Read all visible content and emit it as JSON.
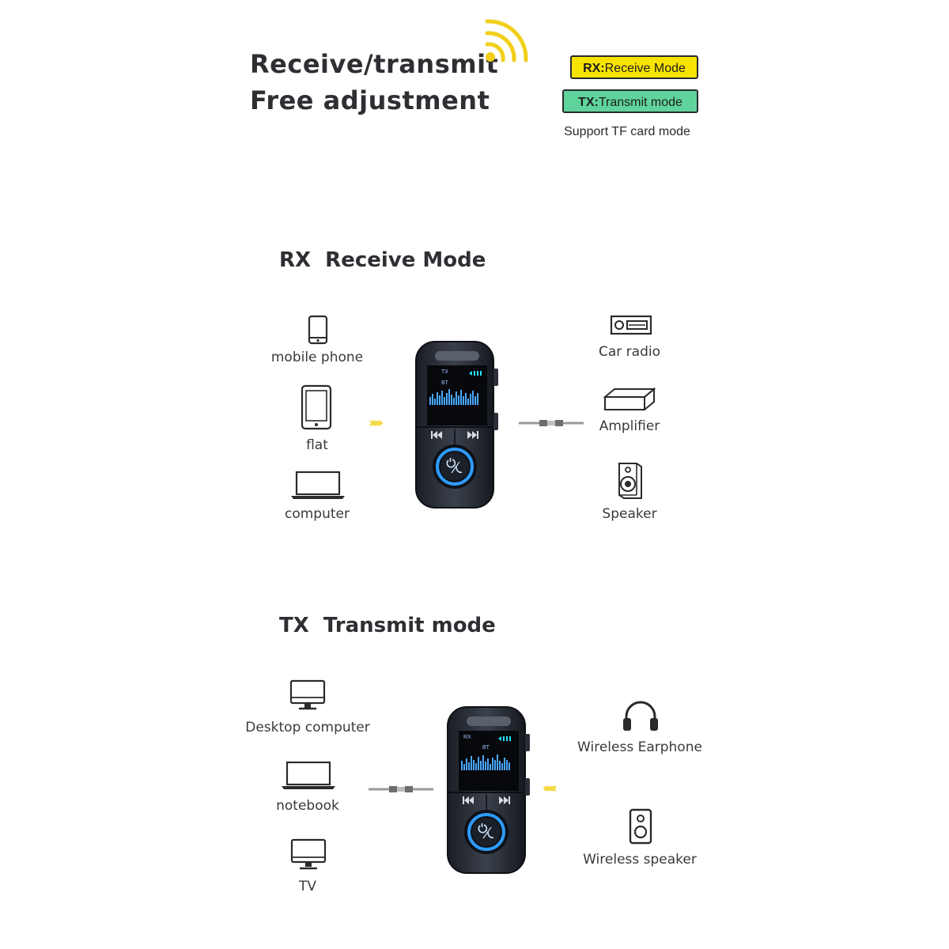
{
  "header": {
    "title_line1": "Receive/transmit",
    "title_line2": "Free adjustment"
  },
  "modes": {
    "rx_badge_prefix": "RX:",
    "rx_badge_text": "Receive Mode",
    "tx_badge_prefix": "TX:",
    "tx_badge_text": "Transmit mode",
    "support_note": "Support TF card mode"
  },
  "rx_section": {
    "title": "RX  Receive Mode",
    "sources": [
      {
        "label": "mobile phone",
        "icon": "mobile-phone-icon"
      },
      {
        "label": "flat",
        "icon": "tablet-icon"
      },
      {
        "label": "computer",
        "icon": "laptop-icon"
      }
    ],
    "outputs": [
      {
        "label": "Car radio",
        "icon": "car-radio-icon"
      },
      {
        "label": "Amplifier",
        "icon": "amplifier-icon"
      },
      {
        "label": "Speaker",
        "icon": "speaker-icon"
      }
    ],
    "arrows": "›››››",
    "device_screen": {
      "mode": "TX",
      "source": "BT"
    }
  },
  "tx_section": {
    "title": "TX  Transmit mode",
    "sources": [
      {
        "label": "Desktop computer",
        "icon": "desktop-monitor-icon"
      },
      {
        "label": "notebook",
        "icon": "laptop-icon"
      },
      {
        "label": "TV",
        "icon": "tv-icon"
      }
    ],
    "outputs": [
      {
        "label": "Wireless Earphone",
        "icon": "headphones-icon"
      },
      {
        "label": "Wireless speaker",
        "icon": "speaker-icon"
      }
    ],
    "arrows": "‹‹‹‹‹",
    "device_screen": {
      "mode": "RX",
      "source": "BT"
    }
  },
  "colors": {
    "rx_badge": "#f7e300",
    "tx_badge": "#5fd39b",
    "arrow_yellow": "#f2d21a",
    "ring_blue": "#2e9bff"
  }
}
